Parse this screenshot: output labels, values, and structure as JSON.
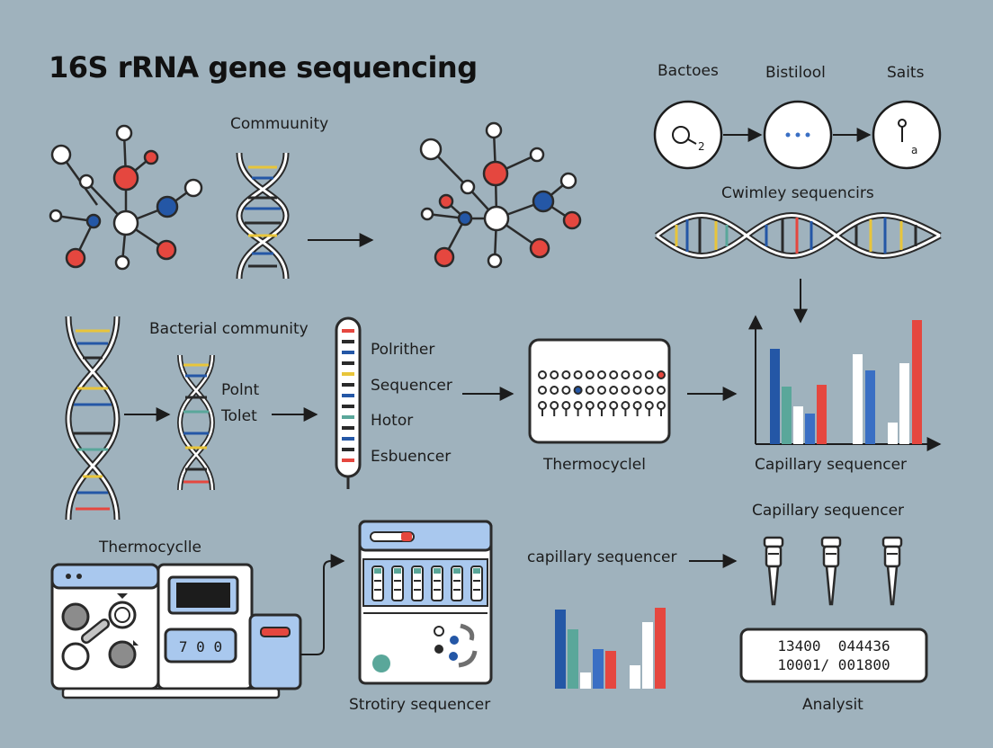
{
  "title": "16S rRNA gene sequencing",
  "labels": {
    "community": "Commuunity",
    "bactoes": "Bactoes",
    "bistilool": "Bistilool",
    "saits": "Saits",
    "cwimley": "Cwimley sequencirs",
    "bacterial_community": "Bacterial community",
    "polnt": "Polnt",
    "tolet": "Tolet",
    "polrither": "Polrither",
    "sequencer1": "Sequencer",
    "hotor": "Hotor",
    "esbuencer": "Esbuencer",
    "thermocycle_mid": "Thermocyclel",
    "capillary_mid": "Capillary sequencer",
    "thermocycle_bottom": "Thermocyclle",
    "capillary_lower": "capillary sequencer",
    "capillary_right": "Capillary sequencer",
    "strotiry": "Strotiry sequencer",
    "analysit": "Analysit",
    "circle1_text": "2",
    "circle3_text": "a"
  },
  "instrument": {
    "display": "7 0 0"
  },
  "readout": {
    "row1": "13400  044436",
    "row2": "10001/ 001800"
  },
  "colors": {
    "background": "#9fb2bd",
    "red": "#e5473f",
    "blue": "#2457a6",
    "teal": "#5aa79a",
    "yellow": "#e8c53a",
    "light_blue": "#a9c8ee",
    "outline": "#2a2a2a"
  },
  "icons": [
    "molecule-icon",
    "dna-helix-icon",
    "arrow-icon",
    "thermocycler-icon",
    "pipette-icon",
    "bar-chart-icon",
    "sequencer-icon"
  ]
}
